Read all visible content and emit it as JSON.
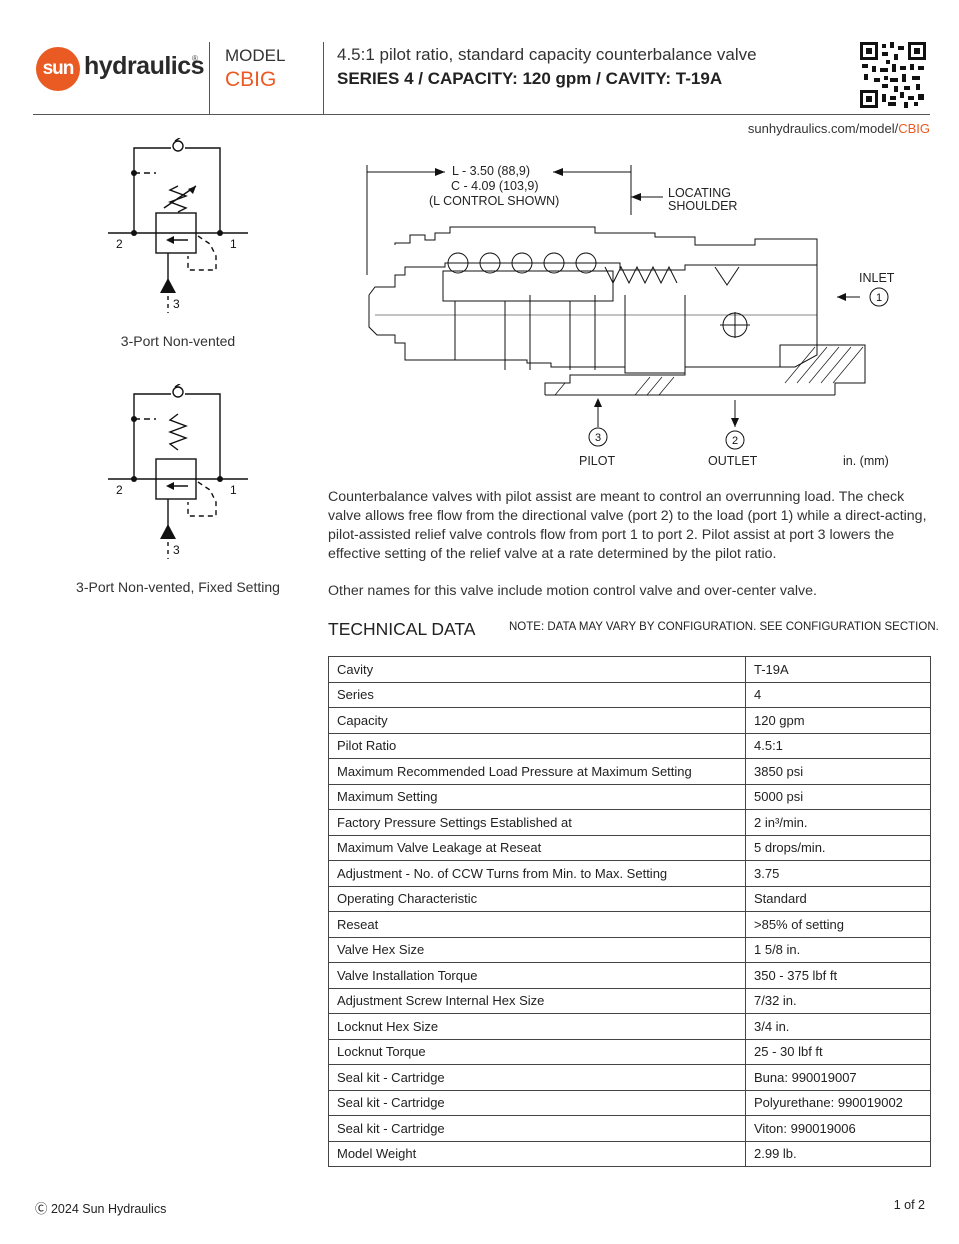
{
  "brand": {
    "logo_mark": "sun",
    "logo_word": "hydraulics",
    "registered": "®"
  },
  "header": {
    "model_label": "MODEL",
    "model_code": "CBIG",
    "description": "4.5:1 pilot ratio, standard capacity counterbalance valve",
    "series_line": "SERIES 4 / CAPACITY: 120 gpm / CAVITY: T-19A",
    "url_prefix": "sunhydraulics.com/model/",
    "url_model": "CBIG",
    "qr_icon": "qr-code-icon"
  },
  "symbols": [
    {
      "caption": "3-Port Non-vented",
      "port_left": "2",
      "port_right": "1",
      "port_bottom": "3"
    },
    {
      "caption": "3-Port Non-vented, Fixed Setting",
      "port_left": "2",
      "port_right": "1",
      "port_bottom": "3"
    }
  ],
  "drawing": {
    "dim_l": "L - 3.50 (88,9)",
    "dim_c": "C - 4.09 (103,9)",
    "dim_note": "(L CONTROL SHOWN)",
    "locating": "LOCATING",
    "shoulder": "SHOULDER",
    "inlet": "INLET",
    "pilot": "PILOT",
    "outlet": "OUTLET",
    "units": "in. (mm)",
    "port1": "1",
    "port2": "2",
    "port3": "3"
  },
  "paragraphs": [
    "Counterbalance valves with pilot assist are meant to control an overrunning load. The check valve allows free flow from the directional valve (port 2) to the load (port 1) while a direct-acting, pilot-assisted relief valve controls flow from port 1 to port 2. Pilot assist at port 3 lowers the effective setting of the relief valve at a rate determined by the pilot ratio.",
    "Other names for this valve include motion control valve and over-center valve."
  ],
  "technical": {
    "heading": "TECHNICAL DATA",
    "note": "NOTE: DATA MAY VARY BY CONFIGURATION. SEE CONFIGURATION SECTION.",
    "rows": [
      [
        "Cavity",
        "T-19A"
      ],
      [
        "Series",
        "4"
      ],
      [
        "Capacity",
        "120 gpm"
      ],
      [
        "Pilot Ratio",
        "4.5:1"
      ],
      [
        "Maximum Recommended Load Pressure at Maximum Setting",
        "3850 psi"
      ],
      [
        "Maximum Setting",
        "5000 psi"
      ],
      [
        "Factory Pressure Settings Established at",
        "2 in³/min."
      ],
      [
        "Maximum Valve Leakage at Reseat",
        "5 drops/min."
      ],
      [
        "Adjustment - No. of CCW Turns from Min. to Max. Setting",
        "3.75"
      ],
      [
        "Operating Characteristic",
        "Standard"
      ],
      [
        "Reseat",
        ">85% of setting"
      ],
      [
        "Valve Hex Size",
        "1 5/8 in."
      ],
      [
        "Valve Installation Torque",
        "350 - 375 lbf ft"
      ],
      [
        "Adjustment Screw Internal Hex Size",
        "7/32 in."
      ],
      [
        "Locknut Hex Size",
        "3/4 in."
      ],
      [
        "Locknut Torque",
        "25 - 30 lbf ft"
      ],
      [
        "Seal kit - Cartridge",
        "Buna: 990019007"
      ],
      [
        "Seal kit - Cartridge",
        "Polyurethane: 990019002"
      ],
      [
        "Seal kit - Cartridge",
        "Viton: 990019006"
      ],
      [
        "Model Weight",
        "2.99 lb."
      ]
    ]
  },
  "footer": {
    "copyright": "Ⓒ 2024 Sun Hydraulics",
    "page": "1 of 2"
  },
  "colors": {
    "accent": "#ea5b24",
    "text": "#222222",
    "rule": "#555555"
  }
}
